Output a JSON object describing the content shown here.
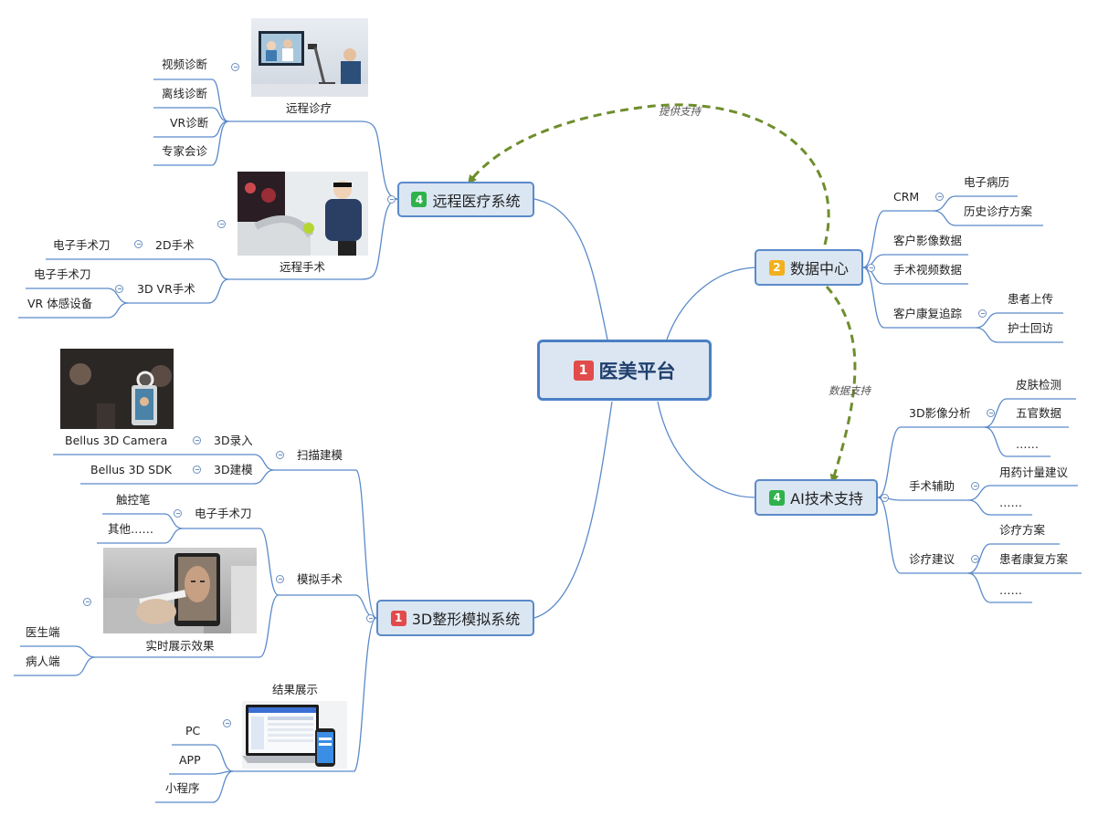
{
  "colors": {
    "line": "#5b8ac9",
    "relation": "#6e8e2d",
    "node_fill": "#dbe6f3",
    "badge_red": "#e24b4b",
    "badge_green": "#2fb24c",
    "badge_yellow": "#f2b01e"
  },
  "root": {
    "badge": "1",
    "label": "医美平台"
  },
  "remote": {
    "badge": "4",
    "label": "远程医疗系统",
    "diagnosis": {
      "caption": "远程诊疗",
      "items": [
        "视频诊断",
        "离线诊断",
        "VR诊断",
        "专家会诊"
      ]
    },
    "surgery": {
      "caption": "远程手术",
      "item_2d": "2D手术",
      "item_2d_child": "电子手术刀",
      "item_3d": "3D VR手术",
      "item_3d_children": [
        "电子手术刀",
        "VR 体感设备"
      ]
    }
  },
  "data_center": {
    "badge": "2",
    "label": "数据中心",
    "crm": "CRM",
    "crm_children": [
      "电子病历",
      "历史诊疗方案"
    ],
    "image_data": "客户影像数据",
    "video_data": "手术视频数据",
    "recovery": "客户康复追踪",
    "recovery_children": [
      "患者上传",
      "护士回访"
    ]
  },
  "ai": {
    "badge": "4",
    "label": "AI技术支持",
    "analysis": "3D影像分析",
    "analysis_children": [
      "皮肤检测",
      "五官数据",
      "……"
    ],
    "assist": "手术辅助",
    "assist_children": [
      "用药计量建议",
      "……"
    ],
    "advice": "诊疗建议",
    "advice_children": [
      "诊疗方案",
      "患者康复方案",
      "……"
    ]
  },
  "sim": {
    "badge": "1",
    "label": "3D整形模拟系统",
    "scan": "扫描建模",
    "record": "3D录入",
    "record_device": "Bellus 3D Camera",
    "model": "3D建模",
    "model_sdk": "Bellus 3D SDK",
    "surgery": "模拟手术",
    "scalpel": "电子手术刀",
    "scalpel_children": [
      "触控笔",
      "其他……"
    ],
    "realtime": "实时展示效果",
    "realtime_children": [
      "医生端",
      "病人端"
    ],
    "result": "结果展示",
    "result_children": [
      "PC",
      "APP",
      "小程序"
    ]
  },
  "relations": [
    {
      "label": "提供支持"
    },
    {
      "label": "数据支持"
    }
  ],
  "icons": [
    "collapse-icon",
    "photo-telemedicine",
    "photo-remote-surgery",
    "photo-bellus-camera",
    "photo-touch-surgery",
    "photo-laptop-phone"
  ]
}
